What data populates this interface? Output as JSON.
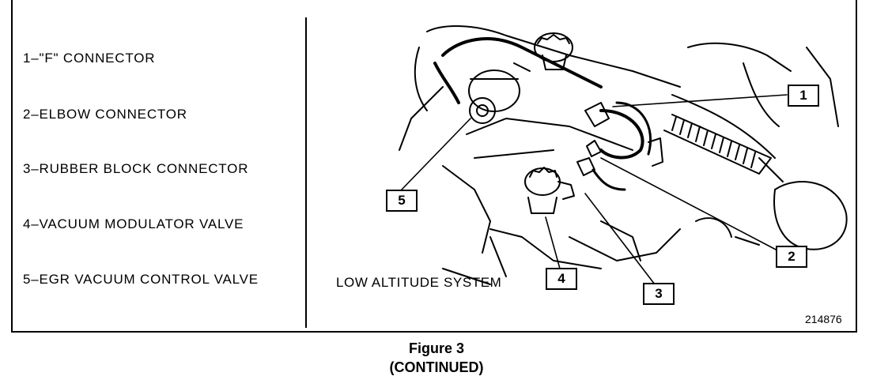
{
  "legend": [
    {
      "text": "1–\"F\" CONNECTOR"
    },
    {
      "text": "2–ELBOW CONNECTOR"
    },
    {
      "text": "3–RUBBER BLOCK CONNECTOR"
    },
    {
      "text": "4–VACUUM MODULATOR VALVE"
    },
    {
      "text": "5–EGR VACUUM CONTROL VALVE"
    }
  ],
  "callouts": [
    "1",
    "2",
    "3",
    "4",
    "5"
  ],
  "system_label": "LOW ALTITUDE SYSTEM",
  "part_number": "214876",
  "figure_caption": "Figure 3",
  "figure_subcaption": "(CONTINUED)"
}
